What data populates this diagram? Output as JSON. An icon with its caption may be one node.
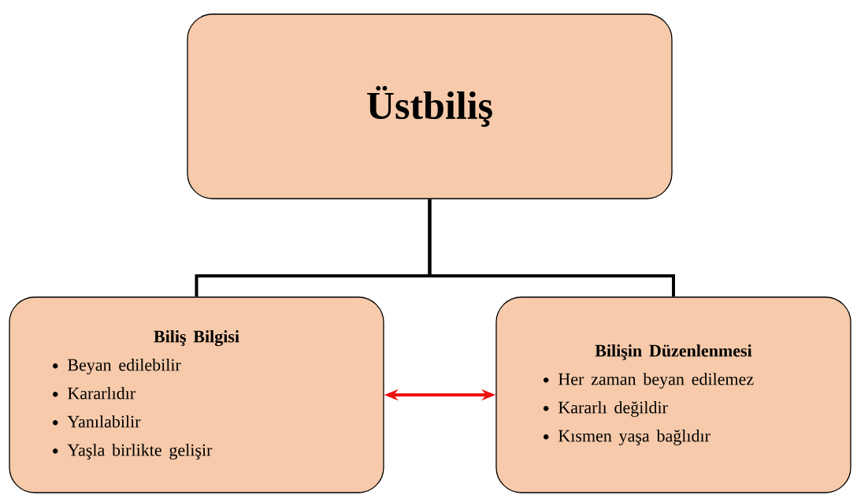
{
  "diagram": {
    "nodes": [
      {
        "text": [
          "Üstbiliş"
        ]
      },
      {
        "text": [
          "Biliş Bilgisi",
          "Beyan edilebilir",
          "Kararlıdır",
          "Yanılabilir",
          "Yaşla birlikte gelişir"
        ]
      },
      {
        "text": [
          "Bilişin Düzenlenmesi",
          "Her zaman beyan edilemez",
          "Kararlı değildir",
          "Kısmen yaşa bağlıdır"
        ]
      }
    ],
    "edges": [
      {
        "from": 0,
        "to": 1,
        "arrow": "none"
      },
      {
        "from": 0,
        "to": 2,
        "arrow": "none"
      },
      {
        "from": 1,
        "to": 2,
        "arrow": "both",
        "color": "#ee1111"
      }
    ]
  }
}
